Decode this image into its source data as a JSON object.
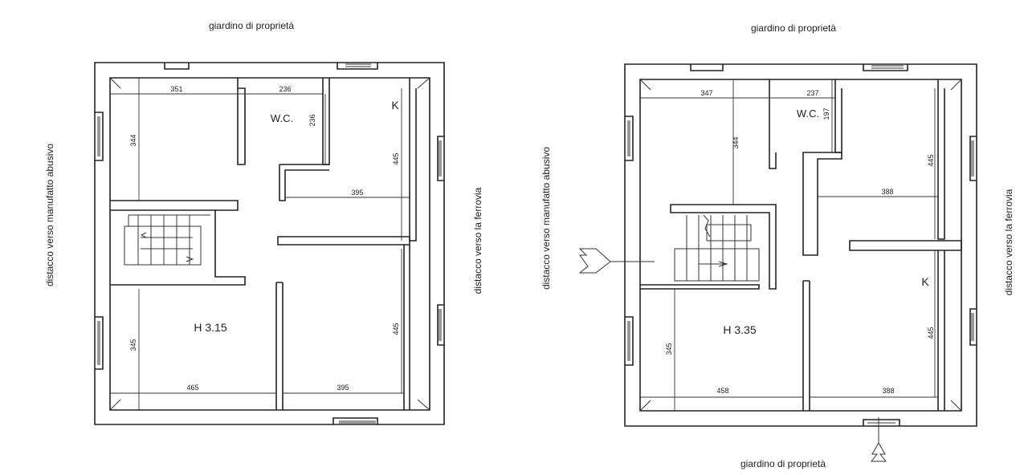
{
  "plans": [
    {
      "top_label": "giardino di proprietà",
      "left_label": "distacco verso manufatto abusivo",
      "right_label": "distacco verso la ferrovia",
      "rooms": {
        "wc": "W.C.",
        "kitchen": "K",
        "height": "H 3.15"
      },
      "dims": {
        "top_left_w": "351",
        "wc_w": "236",
        "wc_h": "236",
        "top_left_h": "344",
        "kitchen_h": "445",
        "kitchen_w": "395",
        "bottom_left_h": "345",
        "bottom_left_w": "465",
        "bottom_right_w": "395",
        "bottom_right_h": "445"
      }
    },
    {
      "top_label": "giardino di proprietà",
      "left_label": "distacco verso manufatto abusivo",
      "right_label": "distacco verso la ferrovia",
      "bottom_label": "giardino di proprietà",
      "rooms": {
        "wc": "W.C.",
        "kitchen": "K",
        "height": "H 3.35"
      },
      "dims": {
        "top_left_w": "347",
        "wc_w": "237",
        "wc_h": "197",
        "top_left_h": "344",
        "top_right_h": "445",
        "top_right_w": "388",
        "bottom_left_h": "345",
        "bottom_left_w": "458",
        "bottom_right_w": "388",
        "bottom_right_h": "445"
      }
    }
  ]
}
